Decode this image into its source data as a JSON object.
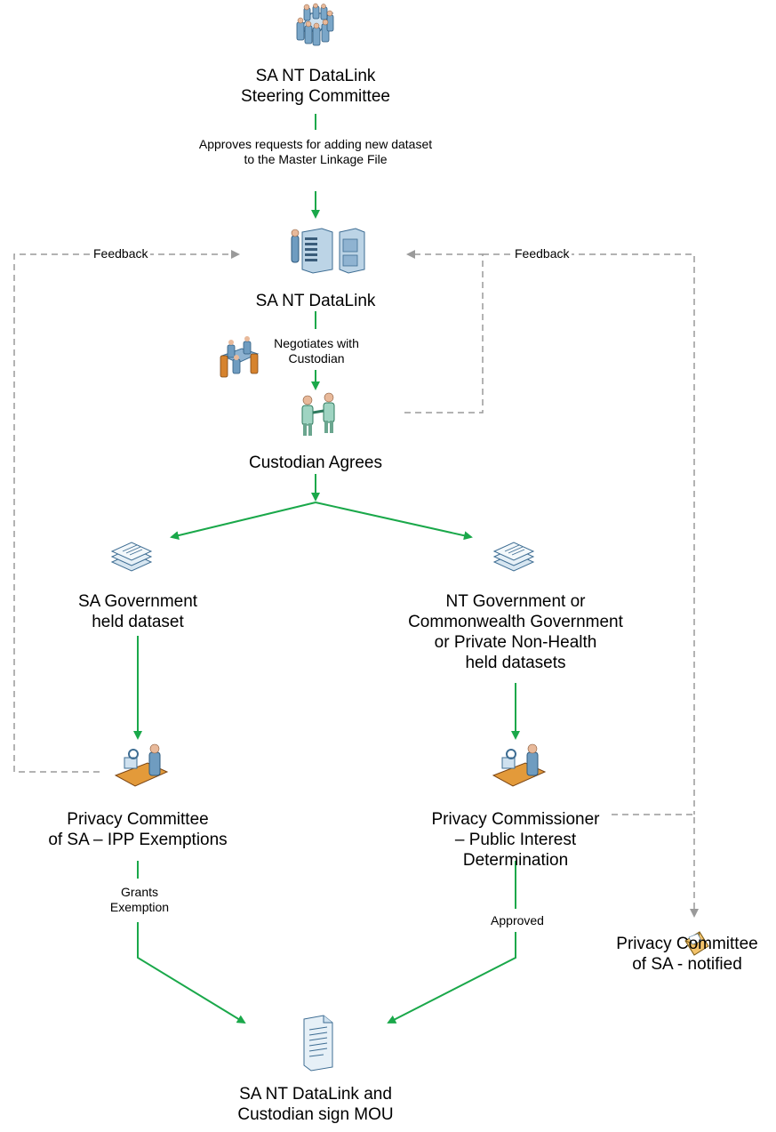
{
  "nodes": {
    "steering_committee": [
      "SA NT DataLink",
      "Steering Committee"
    ],
    "datalink": [
      "SA NT DataLink"
    ],
    "custodian_agrees": [
      "Custodian Agrees"
    ],
    "sa_dataset": [
      "SA Government",
      "held dataset"
    ],
    "nt_dataset": [
      "NT Government or",
      "Commonwealth Government",
      "or Private Non-Health",
      "held datasets"
    ],
    "privacy_committee_ipp": [
      "Privacy Committee",
      "of SA – IPP Exemptions"
    ],
    "privacy_commissioner": [
      "Privacy Commissioner",
      "– Public Interest",
      "Determination"
    ],
    "privacy_committee_notified": [
      "Privacy Committee",
      "of SA - notified"
    ],
    "sign_mou": [
      "SA NT DataLink and",
      "Custodian sign MOU"
    ]
  },
  "edges": {
    "approves_requests": [
      "Approves requests for adding new dataset",
      "to the Master Linkage File"
    ],
    "negotiates": [
      "Negotiates with",
      "Custodian"
    ],
    "grants_exemption": [
      "Grants",
      "Exemption"
    ],
    "approved": [
      "Approved"
    ],
    "feedback_left": "Feedback",
    "feedback_right": "Feedback"
  },
  "icons": {
    "steering_committee": "committee-meeting-icon",
    "datalink": "server-rack-icon",
    "negotiates": "meeting-table-icon",
    "custodian_agrees": "handshake-icon",
    "sa_dataset": "document-stack-icon",
    "nt_dataset": "document-stack-icon",
    "privacy_committee_ipp": "office-worker-icon",
    "privacy_commissioner": "office-worker-icon",
    "privacy_committee_notified": "envelope-icon",
    "sign_mou": "document-icon"
  },
  "colors": {
    "flow_arrow": "#1aa84a",
    "feedback_arrow": "#9a9a9a"
  }
}
